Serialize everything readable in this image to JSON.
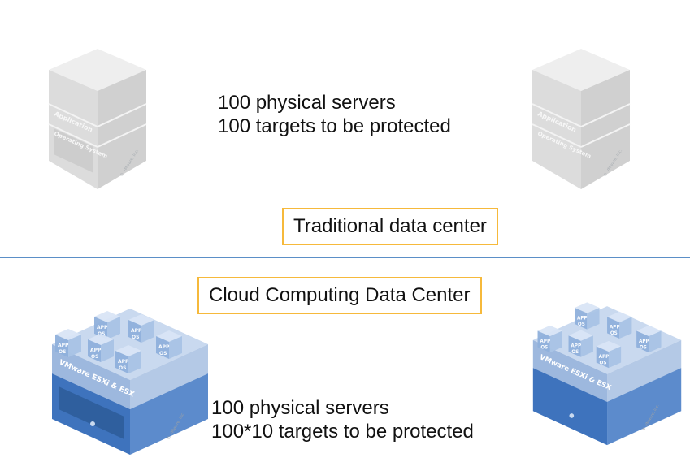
{
  "traditional": {
    "server_text_app": "Application",
    "server_text_os": "Operating System",
    "copyright": "© VMware, Inc.",
    "lines": [
      "100 physical servers",
      "100 targets to be protected"
    ],
    "label": "Traditional data center"
  },
  "cloud": {
    "label": "Cloud Computing Data Center",
    "vm_text_app": "APP",
    "vm_text_os": "OS",
    "hypervisor_text": "VMware ESXi & ESX",
    "copyright": "© VMware, Inc.",
    "lines": [
      "100 physical servers",
      "100*10 targets to be protected"
    ]
  },
  "colors": {
    "label_border": "#f6b93b",
    "divider": "#5b8fc7",
    "server_gray": "#d4d4d4",
    "server_blue": "#4d7fc4"
  }
}
